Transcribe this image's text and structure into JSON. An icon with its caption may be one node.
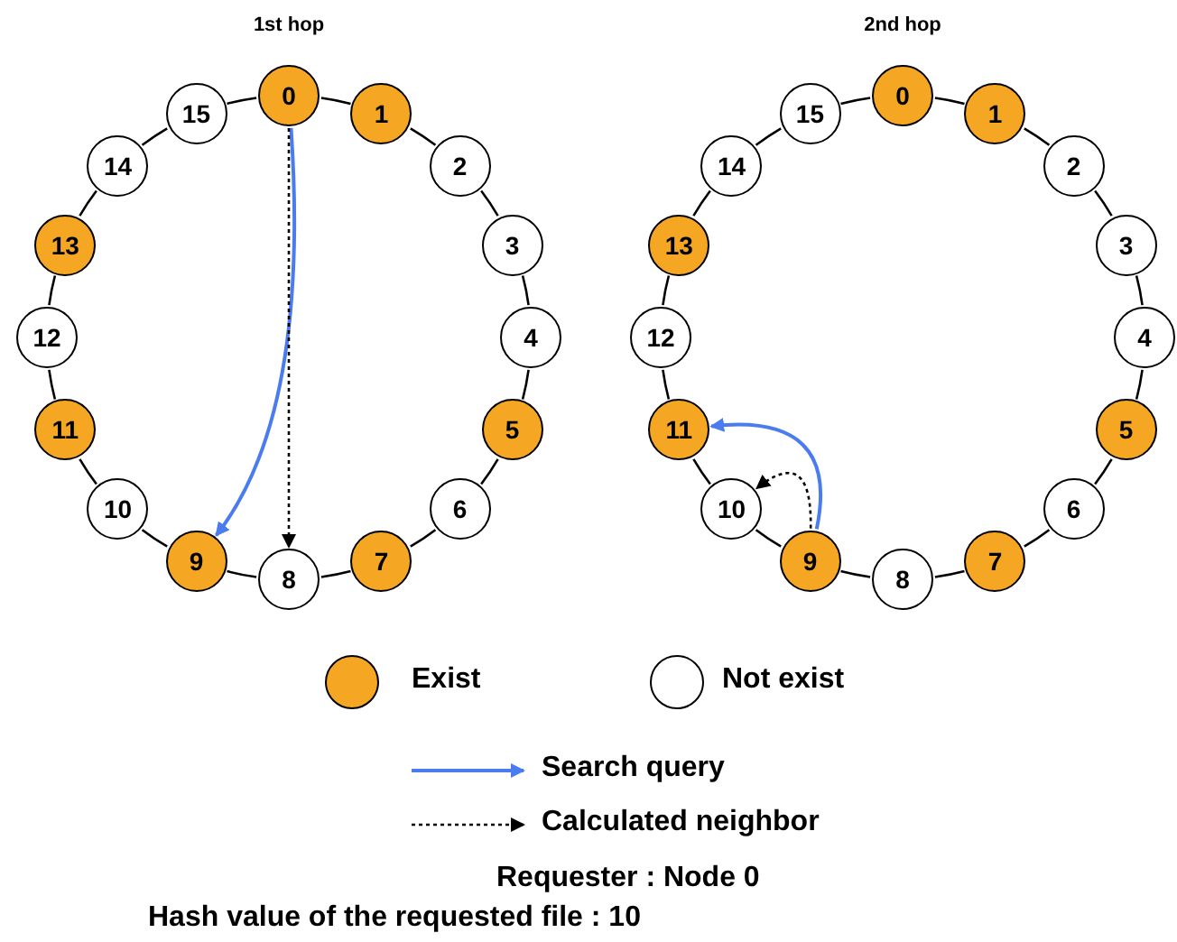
{
  "diagram": {
    "nodes": [
      {
        "text": [
          "0"
        ]
      },
      {
        "text": [
          "1"
        ]
      },
      {
        "text": [
          "2"
        ]
      },
      {
        "text": [
          "3"
        ]
      },
      {
        "text": [
          "4"
        ]
      },
      {
        "text": [
          "5"
        ]
      },
      {
        "text": [
          "6"
        ]
      },
      {
        "text": [
          "7"
        ]
      },
      {
        "text": [
          "8"
        ]
      },
      {
        "text": [
          "9"
        ]
      },
      {
        "text": [
          "10"
        ]
      },
      {
        "text": [
          "11"
        ]
      },
      {
        "text": [
          "12"
        ]
      },
      {
        "text": [
          "13"
        ]
      },
      {
        "text": [
          "14"
        ]
      },
      {
        "text": [
          "15"
        ]
      },
      {
        "text": [
          "0"
        ]
      },
      {
        "text": [
          "1"
        ]
      },
      {
        "text": [
          "2"
        ]
      },
      {
        "text": [
          "3"
        ]
      },
      {
        "text": [
          "4"
        ]
      },
      {
        "text": [
          "5"
        ]
      },
      {
        "text": [
          "6"
        ]
      },
      {
        "text": [
          "7"
        ]
      },
      {
        "text": [
          "8"
        ]
      },
      {
        "text": [
          "9"
        ]
      },
      {
        "text": [
          "10"
        ]
      },
      {
        "text": [
          "11"
        ]
      },
      {
        "text": [
          "12"
        ]
      },
      {
        "text": [
          "13"
        ]
      },
      {
        "text": [
          "14"
        ]
      },
      {
        "text": [
          "15"
        ]
      }
    ],
    "edges": [
      {
        "from": 0,
        "to": 1,
        "arrow": "none"
      },
      {
        "from": 1,
        "to": 2,
        "arrow": "none"
      },
      {
        "from": 2,
        "to": 3,
        "arrow": "none"
      },
      {
        "from": 3,
        "to": 4,
        "arrow": "none"
      },
      {
        "from": 4,
        "to": 5,
        "arrow": "none"
      },
      {
        "from": 5,
        "to": 6,
        "arrow": "none"
      },
      {
        "from": 6,
        "to": 7,
        "arrow": "none"
      },
      {
        "from": 7,
        "to": 8,
        "arrow": "none"
      },
      {
        "from": 8,
        "to": 9,
        "arrow": "none"
      },
      {
        "from": 9,
        "to": 10,
        "arrow": "none"
      },
      {
        "from": 10,
        "to": 11,
        "arrow": "none"
      },
      {
        "from": 11,
        "to": 12,
        "arrow": "none"
      },
      {
        "from": 12,
        "to": 13,
        "arrow": "none"
      },
      {
        "from": 13,
        "to": 14,
        "arrow": "none"
      },
      {
        "from": 14,
        "to": 15,
        "arrow": "none"
      },
      {
        "from": 15,
        "to": 0,
        "arrow": "none"
      },
      {
        "from": 16,
        "to": 17,
        "arrow": "none"
      },
      {
        "from": 17,
        "to": 18,
        "arrow": "none"
      },
      {
        "from": 18,
        "to": 19,
        "arrow": "none"
      },
      {
        "from": 19,
        "to": 20,
        "arrow": "none"
      },
      {
        "from": 20,
        "to": 21,
        "arrow": "none"
      },
      {
        "from": 21,
        "to": 22,
        "arrow": "none"
      },
      {
        "from": 22,
        "to": 23,
        "arrow": "none"
      },
      {
        "from": 23,
        "to": 24,
        "arrow": "none"
      },
      {
        "from": 24,
        "to": 25,
        "arrow": "none"
      },
      {
        "from": 25,
        "to": 26,
        "arrow": "none"
      },
      {
        "from": 26,
        "to": 27,
        "arrow": "none"
      },
      {
        "from": 27,
        "to": 28,
        "arrow": "none"
      },
      {
        "from": 28,
        "to": 29,
        "arrow": "none"
      },
      {
        "from": 29,
        "to": 30,
        "arrow": "none"
      },
      {
        "from": 30,
        "to": 31,
        "arrow": "none"
      },
      {
        "from": 31,
        "to": 16,
        "arrow": "none"
      },
      {
        "from": 0,
        "to": 9,
        "arrow": "to",
        "color": "#4a7cf0"
      },
      {
        "from": 0,
        "to": 8,
        "arrow": "to",
        "style": "dashed"
      },
      {
        "from": 25,
        "to": 27,
        "arrow": "to",
        "color": "#4a7cf0"
      },
      {
        "from": 25,
        "to": 26,
        "arrow": "to",
        "style": "dashed"
      }
    ],
    "labels": [
      "1st hop",
      "2nd hop",
      "Requester : Node 0",
      "Hash value of the requested file : 10"
    ],
    "legend": [
      {
        "text": "Exist",
        "color": "#f5a623"
      },
      {
        "text": "Not exist",
        "color": "#ffffff"
      },
      {
        "text": "Search query"
      },
      {
        "text": "Calculated neighbor"
      }
    ]
  }
}
